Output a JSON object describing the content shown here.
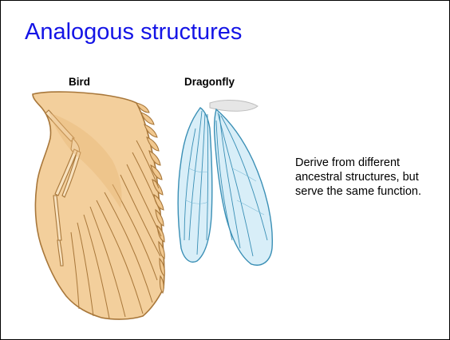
{
  "slide": {
    "title": "Analogous structures",
    "labels": {
      "bird": "Bird",
      "dragonfly": "Dragonfly"
    },
    "caption": "Derive from different ancestral structures, but serve the same function.",
    "colors": {
      "title": "#1414e6",
      "feather_fill": "#f3cf9c",
      "feather_outline": "#a8773a",
      "dragonfly_wing_fill": "#d8eef8",
      "dragonfly_wing_outline": "#3a8fb5"
    },
    "images": [
      {
        "name": "bird-wing-illustration",
        "description_icon": "bird-wing-icon"
      },
      {
        "name": "dragonfly-wing-illustration",
        "description_icon": "dragonfly-wing-icon"
      }
    ]
  }
}
